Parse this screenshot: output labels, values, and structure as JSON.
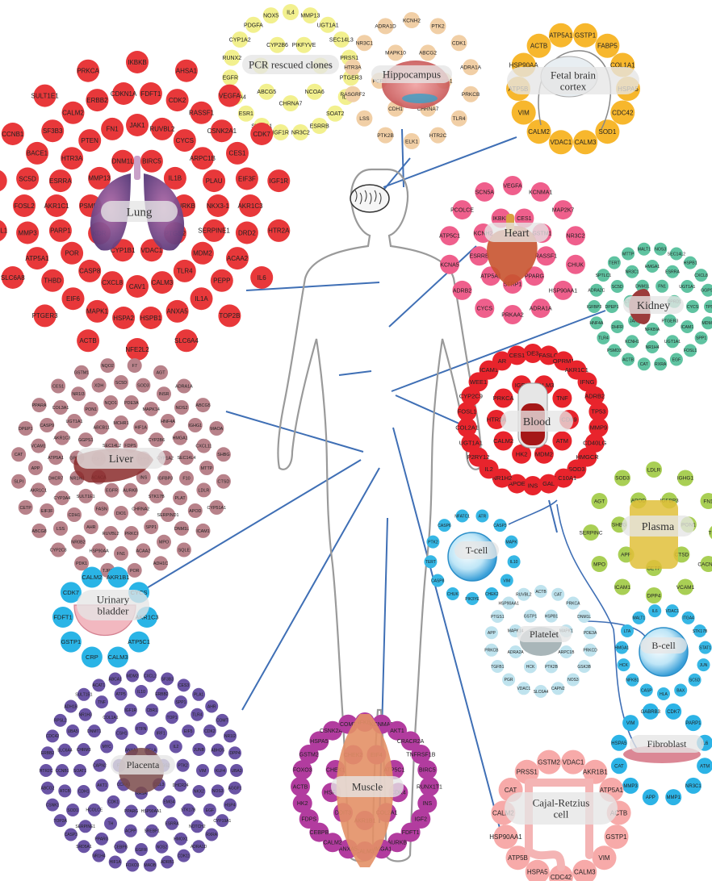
{
  "clusters": [
    {
      "id": "pcr",
      "title_lines": [
        "PCR rescued clones"
      ],
      "color": "#f2f08e",
      "genes": [
        "PIKFYVE",
        "CYP2C9",
        "NCOA6",
        "CHRNA7",
        "ABCG5",
        "IL10",
        "CYP2B6",
        "IL4",
        "MMP13",
        "UGT1A1",
        "SEC14L3",
        "PRSS1",
        "PTGER3",
        "IL2",
        "SOAT2",
        "ESRRB",
        "NR3C2",
        "IGF1R",
        "SLC2A1",
        "ESR1",
        "CYP3A4",
        "EGFR",
        "RUNX2",
        "CYP1A2",
        "PDGFA",
        "NOX5"
      ]
    },
    {
      "id": "hippo",
      "title_lines": [
        "Hippocampus"
      ],
      "color": "#f1cfa6",
      "genes": [
        "ABCG2",
        "SFRP1",
        "CHRNA7",
        "CDH1",
        "PCP4",
        "MAPK10",
        "KCNH2",
        "PTK2",
        "CDK1",
        "ADRA1A",
        "PRKCB",
        "TLR4",
        "HTR2C",
        "ELK1",
        "PTK2B",
        "LSS",
        "RASGRF2",
        "HTR3A",
        "NR3C1",
        "ADRA1D"
      ]
    },
    {
      "id": "fetal",
      "title_lines": [
        "Fetal brain",
        "cortex"
      ],
      "color": "#f7b72d",
      "genes": [
        "GSTP1",
        "FABP5",
        "COL1A1",
        "HSPA5",
        "CDC42",
        "SOD1",
        "CALM3",
        "VDAC1",
        "CALM2",
        "VIM",
        "ATP5B",
        "HSP90AA",
        "ACTB",
        "ATP5A1"
      ]
    },
    {
      "id": "lung",
      "title_lines": [
        "Lung"
      ],
      "color": "#e8383a",
      "genes": [
        "BIRC5",
        "IL1B",
        "AURKB",
        "PTGS2",
        "VDAC1",
        "CYP1B1",
        "KDR",
        "PSMD3",
        "MMP13",
        "DNM1L",
        "JAK1",
        "RUVBL2",
        "CYCS",
        "ARPC1B",
        "PLAU",
        "NKX3-1",
        "SERPINE1",
        "MDM2",
        "TLR4",
        "CALM3",
        "CAV1",
        "CXCL8",
        "CASP8",
        "POR",
        "PARP1",
        "AKR1C1",
        "ESRRA",
        "HTR3A",
        "PTEN",
        "FN1",
        "FDFT1",
        "CDK2",
        "RASSF1",
        "CSNK2A1",
        "CES1",
        "EIF3F",
        "AKR1C3",
        "DRD2",
        "ACAA2",
        "PEPP",
        "IL1A",
        "ANXA5",
        "HSPB1",
        "HSPA2",
        "MAPK1",
        "EIF6",
        "THBD",
        "ATP5A1",
        "MMP3",
        "FOSL2",
        "SC5D",
        "BACE1",
        "SF3B3",
        "CALM2",
        "ERBB2",
        "CDKN1A",
        "IKBKB",
        "AHSA1",
        "VEGFA",
        "CDK7",
        "IGF1R",
        "HTR2A",
        "IL6",
        "TOP2B",
        "SLC6A4",
        "NFE2L2",
        "ACTB",
        "PTGER3",
        "SLC6A8",
        "BCL2L1",
        "F3",
        "CCNB1",
        "SULT1E1",
        "PRKCA"
      ]
    },
    {
      "id": "heart",
      "title_lines": [
        "Heart"
      ],
      "color": "#ef5f8c",
      "genes": [
        "CES1",
        "GSTM1",
        "RASSF1",
        "PPARG",
        "SFRP1",
        "ATP5A1",
        "ESRRB",
        "KCNH2",
        "IKBKB",
        "VEGFA",
        "KCNMA1",
        "MAP2K7",
        "NR3C2",
        "CHUK",
        "HSP90AA1",
        "ADRA1A",
        "PRKAA2",
        "CYCS",
        "ADRB2",
        "KCNA5",
        "ATP5C1",
        "PCOLCE",
        "SCN5A"
      ]
    },
    {
      "id": "kidney",
      "title_lines": [
        "Kidney"
      ],
      "color": "#5fc3a1",
      "genes": [
        "FN1",
        "DPRD1",
        "PTGER3",
        "NFKBIA",
        "JAK1",
        "CTSD",
        "DNM1L",
        "HMGA1",
        "ESRRA",
        "UGT1A1",
        "CYCS",
        "ICAM1",
        "UGT1A1",
        "NR1H4",
        "KCNH1",
        "DHFR",
        "DPEP1",
        "SC5D",
        "NR3C1",
        "NOS3",
        "SEC14L2",
        "HSPB1",
        "CXCL8",
        "GGPS1",
        "TP53",
        "MDM2",
        "SPP1",
        "FOSL1",
        "EGF",
        "RXRA",
        "CAT",
        "ACTB",
        "PSMD3",
        "TLR4",
        "HNF4A",
        "IGFBP3",
        "ADRA2C",
        "SPTLC1",
        "TERT",
        "MTTP",
        "MALT1"
      ]
    },
    {
      "id": "liver",
      "title_lines": [
        "Liver"
      ],
      "color": "#b8828a",
      "genes": [
        "FDPS",
        "DPP4",
        "INS",
        "AURKB",
        "EGFR",
        "ACACA",
        "FDFT1",
        "SEC14L2",
        "MCHR1",
        "HIF1A",
        "CYP2B6",
        "CYP1A2",
        "IGFBP3",
        "STK17B",
        "CHRNA2",
        "DIO1",
        "FASN",
        "SULT1E1",
        "NR1H3",
        "GPER1",
        "GGPS1",
        "ABCB11",
        "PDE3A",
        "MAPK14",
        "HNF4A",
        "HMGA1",
        "SEC14L4",
        "F10",
        "PLAT",
        "SERPIND1",
        "SPP1",
        "PRKCI",
        "RUVBL2",
        "AHR",
        "CDH1",
        "CYP3A4",
        "DHCR7",
        "ATP5A1",
        "AKR1C3",
        "UGT1A1",
        "PON1",
        "NQO1",
        "SC5D",
        "SOD3",
        "INSR",
        "NOS2",
        "IGHG1",
        "CXCL11",
        "MTTP",
        "LDLR",
        "APOD",
        "DNM1L",
        "MPO",
        "ACAA2",
        "FN1",
        "HSP90AA",
        "NR0B2",
        "LSS",
        "EIF3F",
        "AKR1C1",
        "APP",
        "VCAM1",
        "CASP9",
        "COL3A1",
        "NR1I3",
        "XDH",
        "F7",
        "AGT",
        "ADRA1A",
        "ABCG5",
        "MAOA",
        "SHBG",
        "CTSD",
        "CYP51A1",
        "ICAM1",
        "SQLE",
        "ADH1C",
        "POR",
        "TJP1",
        "PDK1",
        "CYP2C8",
        "ABCG8",
        "CETP",
        "SLPI",
        "CAT",
        "DPEP1",
        "PPARA",
        "CES1",
        "GSTM1",
        "NQO2"
      ]
    },
    {
      "id": "blood",
      "title_lines": [
        "Blood"
      ],
      "color": "#e8242c",
      "genes": [
        "CALM3",
        "TNF",
        "CD69",
        "ATM",
        "MDM2",
        "HK2",
        "CALM2",
        "HTR3A",
        "PRKCA",
        "IGF2",
        "PDE3A",
        "FASLG",
        "OPRM1",
        "AKR1C1",
        "IFNG",
        "ADRB2",
        "TP53",
        "MMP9",
        "CD40LG",
        "HMGCR",
        "SOD3",
        "SLC10A1",
        "GAL",
        "INS",
        "APOE",
        "NR1H2",
        "IL2",
        "P2RY12",
        "UGT1A1",
        "COL2A1",
        "FOSL1",
        "CYP2C9",
        "WEE1",
        "ICAM1",
        "AR",
        "CES1"
      ]
    },
    {
      "id": "plasma",
      "title_lines": [
        "Plasma"
      ],
      "color": "#a9cf55",
      "genes": [
        "IGFBP3",
        "PON1",
        "CTSD",
        "CETP",
        "APP",
        "SHBG",
        "APOD",
        "LDLR",
        "IGHG1",
        "FN1",
        "TGFB1",
        "CACNA2",
        "VCAM1",
        "DPP4",
        "ICAM1",
        "MPO",
        "SERPINC",
        "AGT",
        "SOD3"
      ]
    },
    {
      "id": "tcell",
      "title_lines": [
        "T-cell"
      ],
      "color": "#36b7e5",
      "genes": [
        "ATR",
        "CASP3",
        "MAPK",
        "IL10",
        "VIM",
        "CHEK2",
        "PIK3YE",
        "CHUK",
        "CASP8",
        "TERT",
        "PTK2",
        "CASP6",
        "NFATC1"
      ]
    },
    {
      "id": "platelet",
      "title_lines": [
        "Platelet"
      ],
      "color": "#bfe3ee",
      "genes": [
        "HSPB1",
        "MAPK1",
        "ARPC1B",
        "PTK2B",
        "HCK",
        "ADRA2A",
        "MAPK14",
        "GSTP1",
        "ACTB",
        "CAT",
        "PRKCA",
        "DNM1L",
        "PDE3A",
        "PRKCD",
        "GSK3B",
        "NOS3",
        "CAPN2",
        "SLC6A4",
        "VDAC1",
        "PGR",
        "TGFB1",
        "PRKCB",
        "APP",
        "PTGS1",
        "HSP90AA1",
        "RUVBL2"
      ]
    },
    {
      "id": "bcell",
      "title_lines": [
        "B-cell"
      ],
      "color": "#36b7e5",
      "genes": [
        "VDAC1",
        "ITGA4",
        "STK17B",
        "STAT1",
        "JUN",
        "SC5D",
        "BAX",
        "HLA",
        "CASP",
        "NFKB1",
        "HCK",
        "HMGA1",
        "LTA",
        "MALT1",
        "IL6"
      ]
    },
    {
      "id": "fibro",
      "title_lines": [
        "Fibroblast"
      ],
      "color": "#2cb3e6",
      "genes": [
        "CDK7",
        "PARP1",
        "IL6",
        "ATM",
        "NR3C1",
        "MMP1",
        "APP",
        "MMP3",
        "CAT",
        "HSPA5",
        "VIM",
        "GABRB3"
      ]
    },
    {
      "id": "urinary",
      "title_lines": [
        "Urinary",
        "bladder"
      ],
      "color": "#2ab4e6",
      "genes": [
        "AKR1B1",
        "CYCS",
        "AKR1C3",
        "ATP5C1",
        "CALM3",
        "CRP",
        "GSTP1",
        "FDFT1",
        "CDK7",
        "CALM2"
      ]
    },
    {
      "id": "placenta",
      "title_lines": [
        "Placenta"
      ],
      "color": "#6a54a5",
      "genes": [
        "RELA",
        "PTGS2",
        "CCL3",
        "RASA",
        "CCNA1",
        "F7",
        "ANXA3",
        "FTFN",
        "IRF1",
        "IL2",
        "PTK2",
        "DHCR24",
        "EMG4",
        "HSP90AA1",
        "PPARG",
        "CDK1",
        "AKT1",
        "CAPN2",
        "MYC",
        "CSH1",
        "CBR1",
        "TOP1",
        "EIF5",
        "JUNB",
        "VIM",
        "NKX2",
        "STK17B",
        "ESRRA",
        "SREBF1",
        "ACPP",
        "TH",
        "HCOLCE",
        "CDH1",
        "SOAT1",
        "CHRM3",
        "DNMT1",
        "COL1A1",
        "IGF1R",
        "IL10",
        "ERBB2",
        "SPP1",
        "TLR4",
        "CDK2",
        "ABHD5",
        "KLF4",
        "NOS3",
        "EGF",
        "NOTCH2",
        "HMOX1",
        "NOS2",
        "EGFR",
        "CEBPB",
        "PPARG",
        "SERPINE1",
        "SOD1",
        "ATCB",
        "CCNB1",
        "SLC6A4",
        "UBA5",
        "NR1H3",
        "TNF",
        "ATP5",
        "CXCL2",
        "SF3B3",
        "CES3",
        "PLA1",
        "AHR",
        "COMT",
        "NR1I2",
        "DPP4",
        "UBA3",
        "AGGF1",
        "HSP4",
        "CYP19A1",
        "RXRA",
        "ADRA1D",
        "CDK11",
        "ADRB1",
        "MAOB",
        "FOXO3",
        "HIF1A",
        "NR1H4",
        "SRD5A1",
        "CASP3",
        "TOP2A",
        "CSNK1",
        "ABCG2",
        "HTR2C",
        "ERBB2",
        "CDC42",
        "RPSL2",
        "ADH1B",
        "SULT1E1",
        "ACAT1",
        "ABCA1",
        "MDM2"
      ]
    },
    {
      "id": "muscle",
      "title_lines": [
        "Muscle"
      ],
      "color": "#b23c9f",
      "genes": [
        "EIF4",
        "ATP5C1",
        "CDK4",
        "COL2A1",
        "AKR1B1",
        "DDIT3",
        "HSF1",
        "CHEK1",
        "CHEK2",
        "NFKB1",
        "KCNMA1",
        "AKT1",
        "CRACR2A",
        "TNFRSF1B",
        "BIRC5",
        "RUNX1T1",
        "INS",
        "IGF2",
        "FDFT1",
        "AURKB",
        "HMGA1",
        "CALM3",
        "ANXA5",
        "CALM2",
        "CEBPB",
        "FDPS",
        "HK2",
        "ACTB",
        "FOXO3",
        "GSTM2",
        "HSPA5",
        "CSNK2A1",
        "COMT"
      ]
    },
    {
      "id": "cajal",
      "title_lines": [
        "Cajal-Retzius",
        "cell"
      ],
      "color": "#f7aaa9",
      "genes": [
        "VDAC1",
        "AKR1B1",
        "ATP5A1",
        "ACTB",
        "GSTP1",
        "VIM",
        "CALM3",
        "CDC42",
        "HSPA5",
        "ATP5B",
        "HSP90AA1",
        "CALM2",
        "CAT",
        "PRSS1",
        "GSTM2"
      ]
    }
  ]
}
